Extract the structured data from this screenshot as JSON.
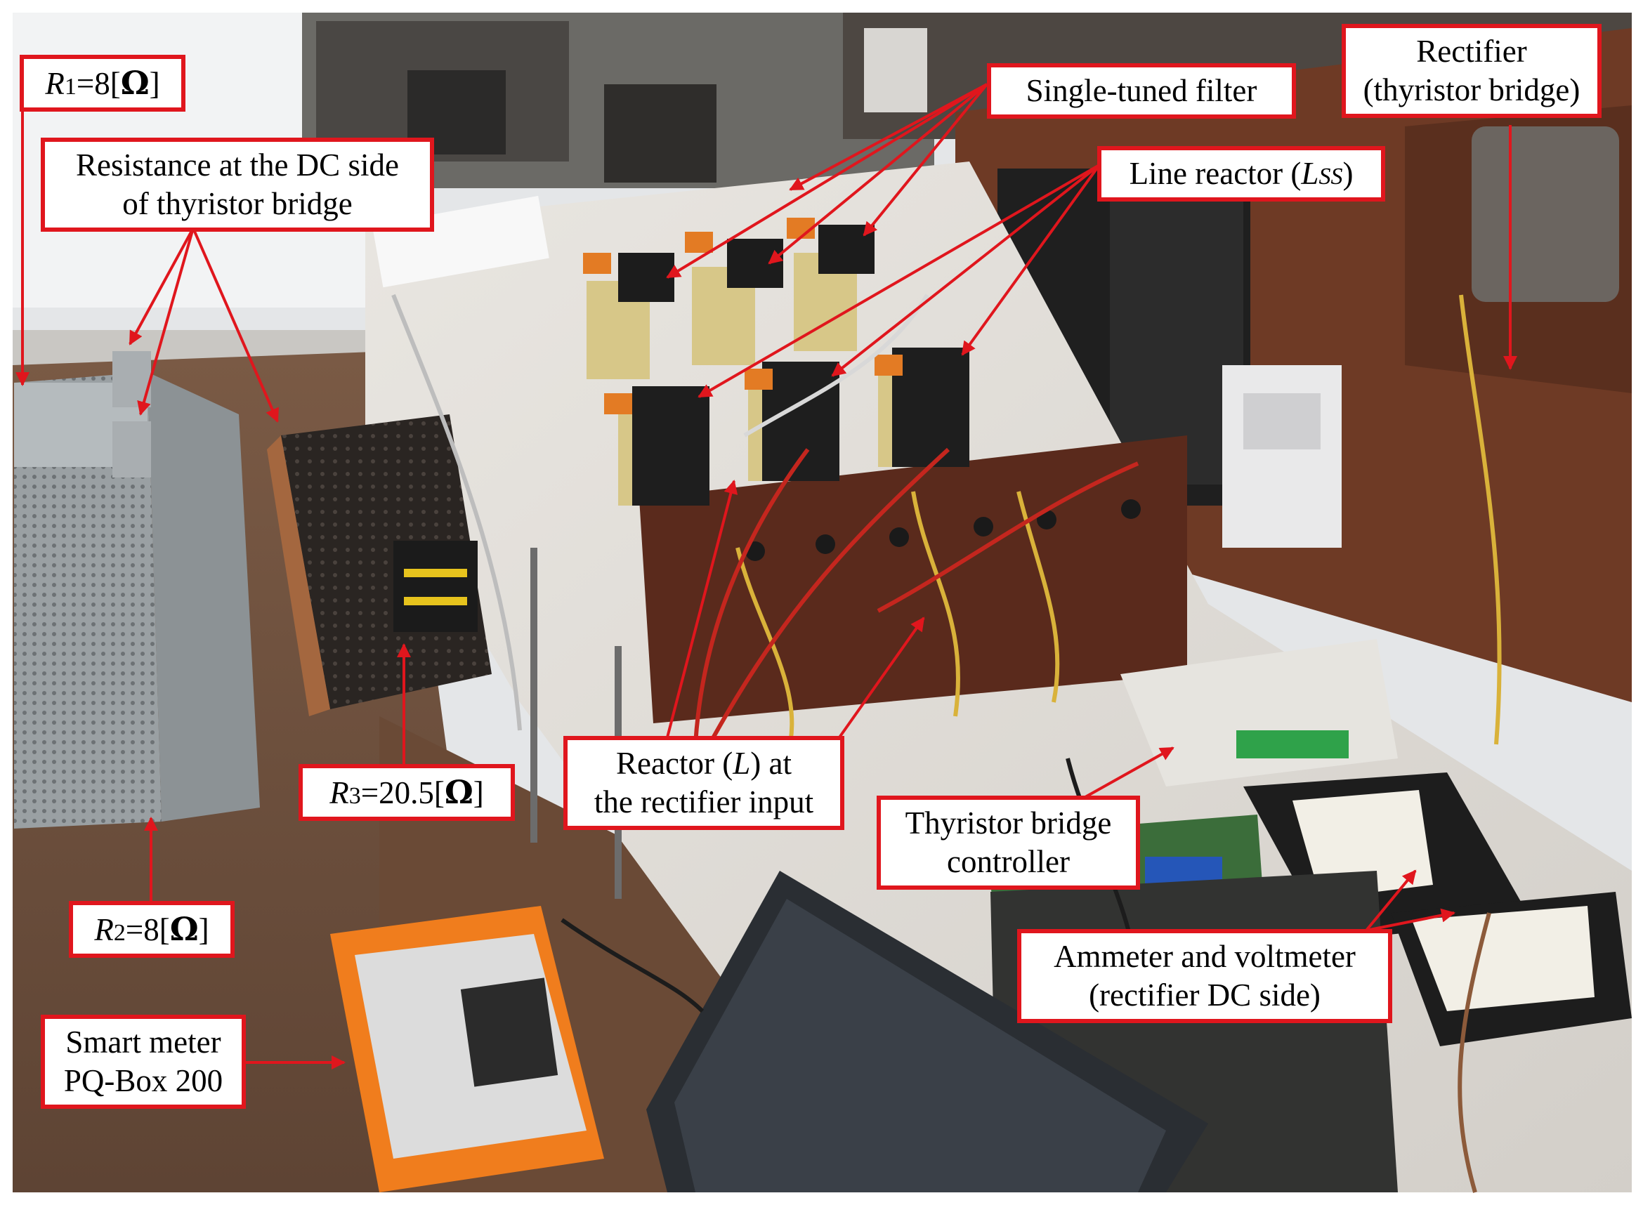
{
  "figure": {
    "description_free": true,
    "colors": {
      "annotation_border": "#e0161d",
      "annotation_arrow": "#e0161d",
      "label_background": "#ffffff"
    }
  },
  "labels": {
    "r1": {
      "var": "R",
      "sub": "1",
      "value": "=8[",
      "unit": "Ω",
      "close": "]"
    },
    "r2": {
      "var": "R",
      "sub": "2",
      "value": "=8[",
      "unit": "Ω",
      "close": "]"
    },
    "r3": {
      "var": "R",
      "sub": "3",
      "value": "=20.5[",
      "unit": "Ω",
      "close": "]"
    },
    "resistance": {
      "line1": "Resistance at the DC side",
      "line2": "of thyristor bridge"
    },
    "single_tuned": {
      "text": "Single-tuned filter"
    },
    "rectifier": {
      "line1": "Rectifier",
      "line2": "(thyristor bridge)"
    },
    "line_reactor": {
      "pre": "Line reactor (",
      "var": "L",
      "sub": "SS",
      "post": ")"
    },
    "reactor": {
      "pre": "Reactor (",
      "var": "L",
      "post": ") at",
      "line2": "the rectifier input"
    },
    "controller": {
      "line1": "Thyristor bridge",
      "line2": "controller"
    },
    "ammeter": {
      "line1": "Ammeter and voltmeter",
      "line2": "(rectifier DC side)"
    },
    "smart_meter": {
      "line1": "Smart meter",
      "line2": "PQ-Box 200"
    }
  }
}
